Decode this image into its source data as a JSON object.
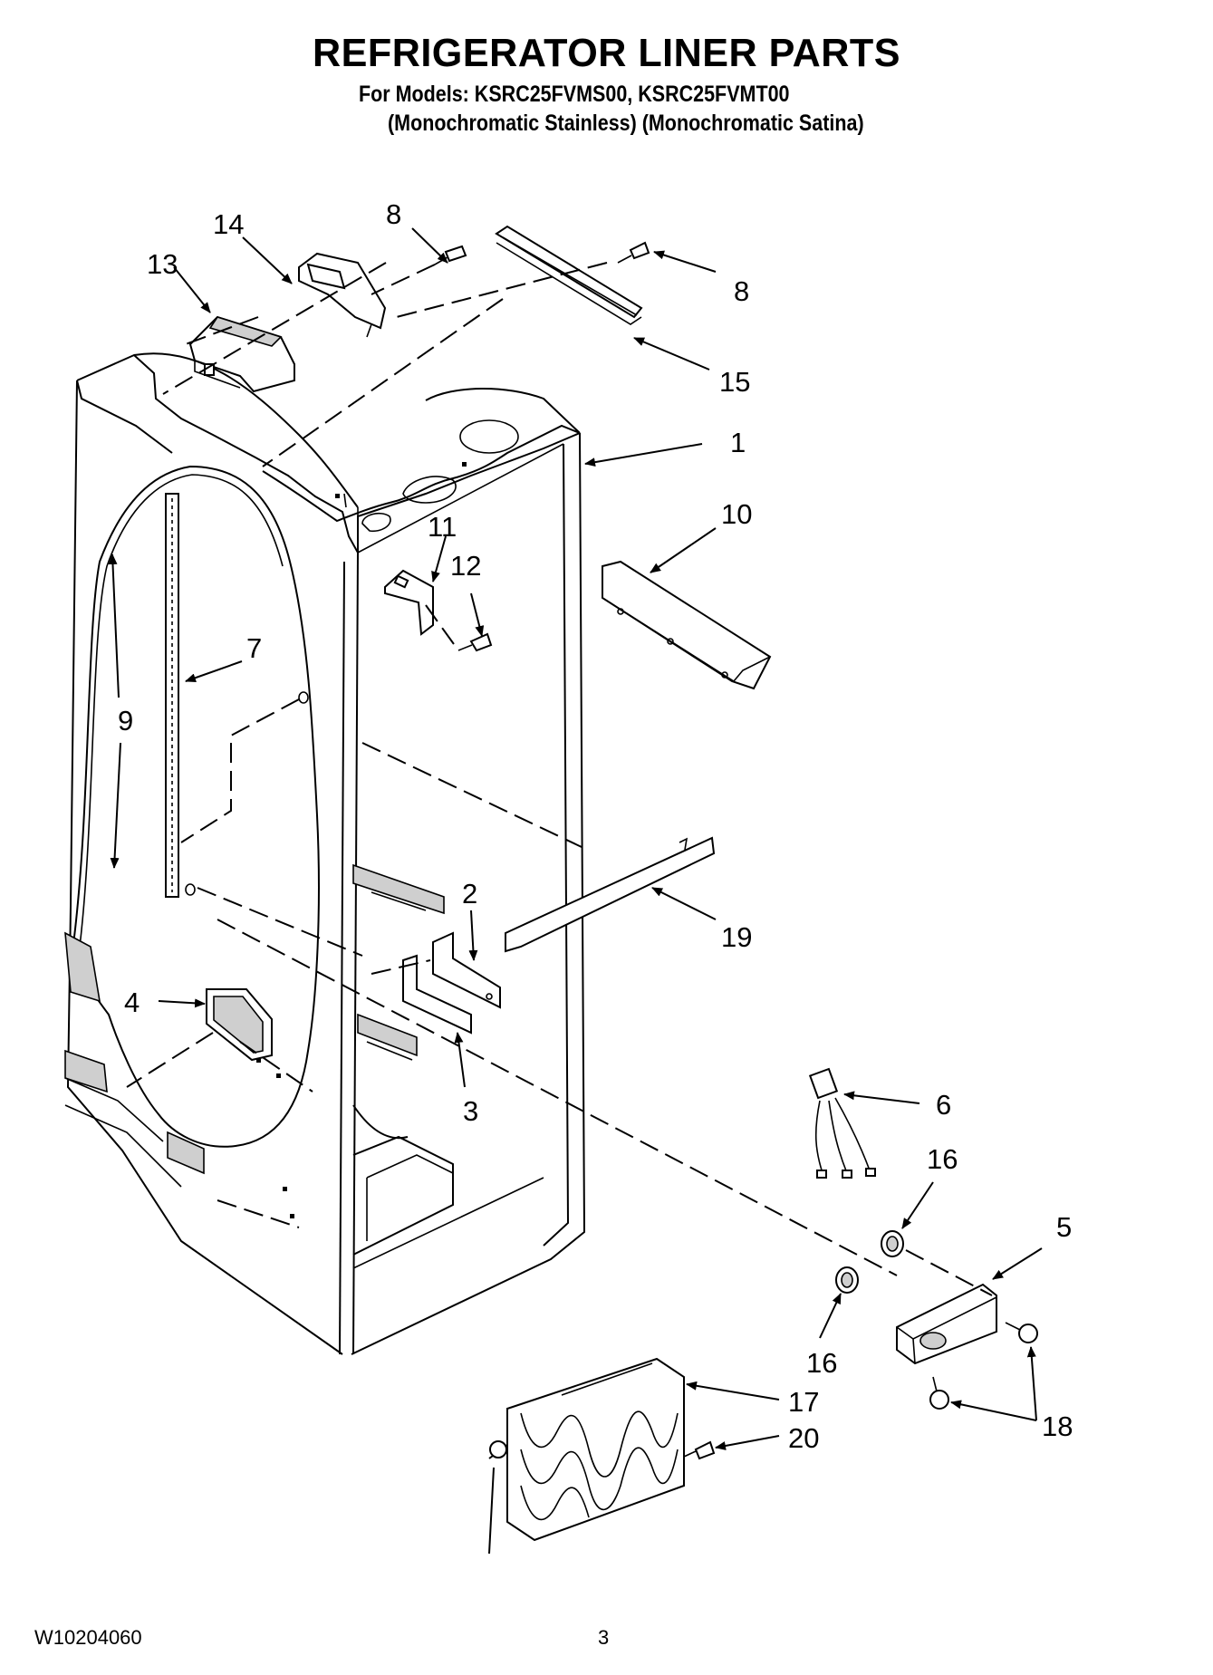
{
  "header": {
    "title": "REFRIGERATOR LINER PARTS",
    "models": "For Models: KSRC25FVMS00, KSRC25FVMT00",
    "finishes": "(Monochromatic Stainless) (Monochromatic Satina)"
  },
  "footer": {
    "document_code": "W10204060",
    "page_number": "3"
  },
  "callouts": {
    "c1": "1",
    "c2": "2",
    "c3": "3",
    "c4": "4",
    "c5": "5",
    "c6": "6",
    "c7": "7",
    "c8a": "8",
    "c8b": "8",
    "c9": "9",
    "c10": "10",
    "c11": "11",
    "c12": "12",
    "c13": "13",
    "c14": "14",
    "c15": "15",
    "c16a": "16",
    "c16b": "16",
    "c17": "17",
    "c18": "18",
    "c19": "19",
    "c20": "20"
  }
}
